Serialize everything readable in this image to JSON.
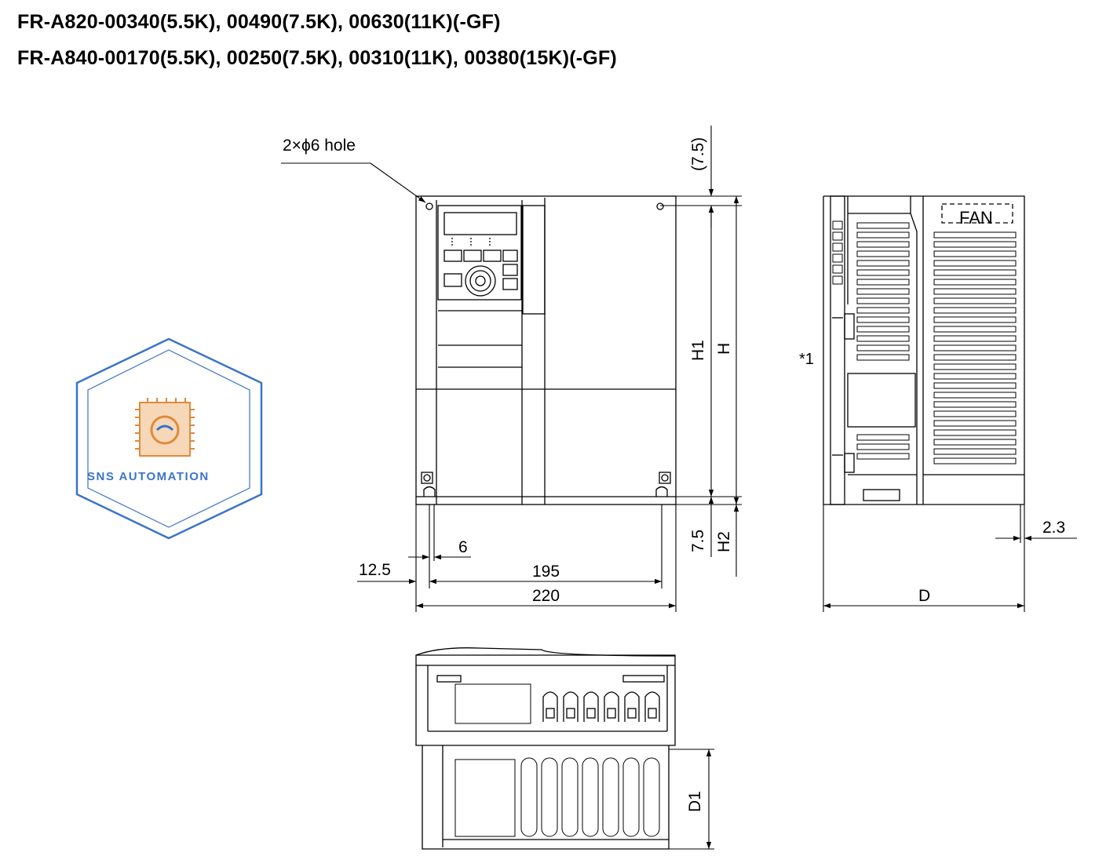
{
  "header": {
    "line1": "FR-A820-00340(5.5K), 00490(7.5K), 00630(11K)(-GF)",
    "line2": "FR-A840-00170(5.5K), 00250(7.5K), 00310(11K), 00380(15K)(-GF)"
  },
  "front_view": {
    "hole_note": "2×ϕ6 hole",
    "dim_top_margin": "(7.5)",
    "dim_h1": "H1",
    "dim_h": "H",
    "dim_bottom_margin": "7.5",
    "dim_h2": "H2",
    "dim_hole_dia": "6",
    "dim_hole_offset": "12.5",
    "dim_hole_pitch": "195",
    "dim_width": "220"
  },
  "side_view": {
    "fan_label": "FAN",
    "note_mark": "*1",
    "dim_offset": "2.3",
    "dim_depth": "D"
  },
  "bottom_view": {
    "dim_d1": "D1"
  },
  "watermark": {
    "brand_text": "SNS AUTOMATION",
    "color_blue": "#3b74c8",
    "color_orange": "#e08a3c"
  }
}
